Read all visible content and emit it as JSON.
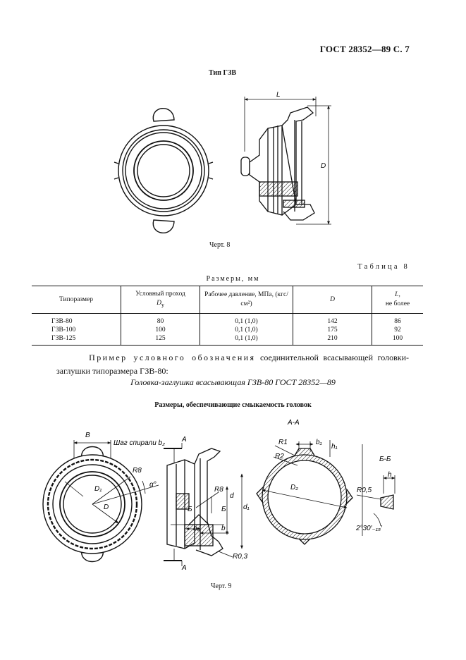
{
  "header": {
    "running_title": "ГОСТ 28352—89 С. 7"
  },
  "figure8": {
    "type_title": "Тип ГЗВ",
    "labels": {
      "L": "L",
      "D": "D"
    },
    "caption": "Черт. 8"
  },
  "table8": {
    "number": "Таблица 8",
    "caption": "Размеры, мм",
    "headers": {
      "size": "Типоразмер",
      "bore": "Условный проход",
      "bore_symbol": "D",
      "bore_sub": "у",
      "pressure": "Рабочее давление, МПа, (кгс/см²)",
      "D": "D",
      "L_symbol": "L,",
      "L_note": "не более"
    },
    "rows": [
      {
        "size": "ГЗВ-80",
        "bore": "80",
        "pressure": "0,1 (1,0)",
        "D": "142",
        "L": "86"
      },
      {
        "size": "ГЗВ-100",
        "bore": "100",
        "pressure": "0,1 (1,0)",
        "D": "175",
        "L": "92"
      },
      {
        "size": "ГЗВ-125",
        "bore": "125",
        "pressure": "0,1 (1,0)",
        "D": "210",
        "L": "100"
      }
    ]
  },
  "example": {
    "spaced_lead": "Пример условного обозначения",
    "text": " соединительной всасывающей головки-заглушки типоразмера ГЗВ-80:",
    "designation": "Головка-заглушка всасывающая ГЗВ-80 ГОСТ 28352—89"
  },
  "figure9": {
    "section_title": "Размеры, обеспечивающие смыкаемость головок",
    "labels": {
      "B": "B",
      "spiral": "Шаг спирали b₂",
      "A_top": "A",
      "A_bottom": "A",
      "R8_left": "R8",
      "alpha": "α°",
      "D1": "D₁",
      "D_left": "D",
      "R8_mid": "R8",
      "d": "d",
      "d1": "d₁",
      "B_cut_left": "Б",
      "B_cut_right": "Б",
      "b3": "b₃",
      "b": "b",
      "R03": "R0,3",
      "section_AA": "A-A",
      "R1": "R1",
      "R2": "R2",
      "b1": "b₁",
      "h1": "h₁",
      "D2": "D₂",
      "section_BB": "Б-Б",
      "h": "h",
      "R05": "R0,5",
      "angle": "2°30′₋₁₅′"
    },
    "caption": "Черт. 9"
  }
}
